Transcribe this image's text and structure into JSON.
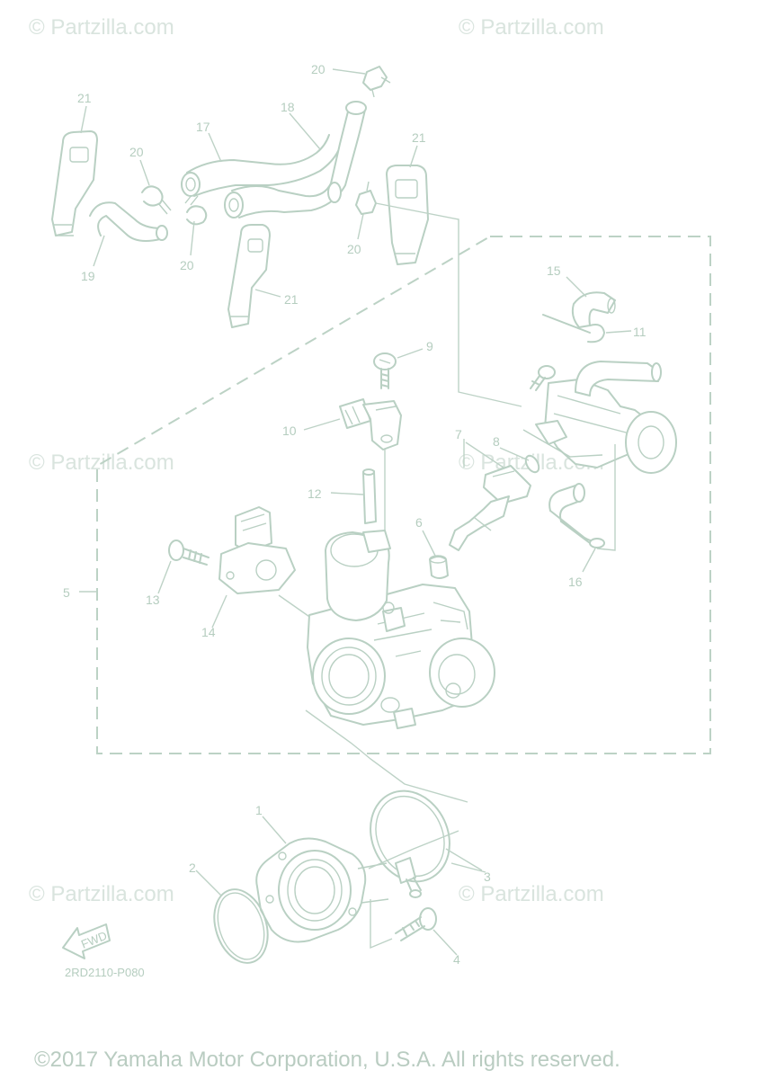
{
  "watermark": "© Partzilla.com",
  "diagram_code": "2RD2110-P080",
  "copyright": "©2017 Yamaha Motor Corporation, U.S.A. All rights reserved.",
  "fwd_label": "FWD",
  "callouts": {
    "c1": "1",
    "c2": "2",
    "c3": "3",
    "c4": "4",
    "c5": "5",
    "c6": "6",
    "c7": "7",
    "c8": "8",
    "c9": "9",
    "c10": "10",
    "c11": "11",
    "c12": "12",
    "c13": "13",
    "c14": "14",
    "c15": "15",
    "c16": "16",
    "c17": "17",
    "c18": "18",
    "c19": "19",
    "c20a": "20",
    "c20b": "20",
    "c20c": "20",
    "c20d": "20",
    "c21a": "21",
    "c21b": "21",
    "c21c": "21"
  }
}
